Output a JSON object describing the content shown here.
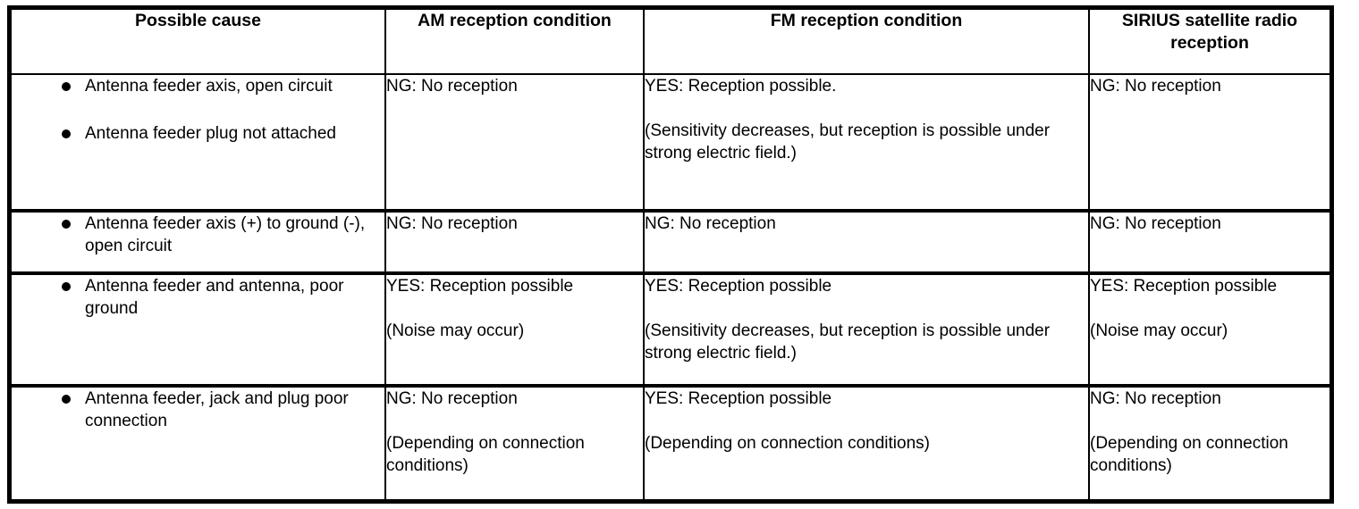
{
  "table": {
    "columns": [
      {
        "key": "cause",
        "header": "Possible cause"
      },
      {
        "key": "am",
        "header": "AM reception condition"
      },
      {
        "key": "fm",
        "header": "FM reception condition"
      },
      {
        "key": "sirius",
        "header": "SIRIUS satellite radio reception"
      }
    ],
    "header": {
      "cause": "Possible cause",
      "am": "AM reception condition",
      "fm": "FM reception condition",
      "sirius_line1": "SIRIUS satellite radio",
      "sirius_line2": "reception"
    },
    "rows": [
      {
        "causes": [
          "Antenna feeder axis, open circuit",
          "Antenna feeder plug not attached"
        ],
        "am": {
          "p1": "NG: No reception",
          "p2": ""
        },
        "fm": {
          "p1": "YES: Reception possible.",
          "p2": "(Sensitivity decreases, but reception is possible under strong electric field.)"
        },
        "sirius": {
          "p1": "NG: No reception",
          "p2": ""
        }
      },
      {
        "causes": [
          "Antenna feeder axis (+) to ground (-), open circuit"
        ],
        "am": {
          "p1": "NG: No reception",
          "p2": ""
        },
        "fm": {
          "p1": "NG: No reception",
          "p2": ""
        },
        "sirius": {
          "p1": "NG: No reception",
          "p2": ""
        }
      },
      {
        "causes": [
          "Antenna feeder and antenna, poor ground"
        ],
        "am": {
          "p1": "YES: Reception possible",
          "p2": "(Noise may occur)"
        },
        "fm": {
          "p1": "YES: Reception possible",
          "p2": "(Sensitivity decreases, but reception is possible under strong electric field.)"
        },
        "sirius": {
          "p1": "YES: Reception possible",
          "p2": "(Noise may occur)"
        }
      },
      {
        "causes": [
          "Antenna feeder, jack and plug poor connection"
        ],
        "am": {
          "p1": "NG: No reception",
          "p2": "(Depending on connection conditions)"
        },
        "fm": {
          "p1": "YES: Reception possible",
          "p2": "(Depending on connection conditions)"
        },
        "sirius": {
          "p1": "NG: No reception",
          "p2": "(Depending on connection conditions)"
        }
      }
    ]
  },
  "colors": {
    "border": "#000000",
    "text": "#000000",
    "background": "#ffffff"
  }
}
